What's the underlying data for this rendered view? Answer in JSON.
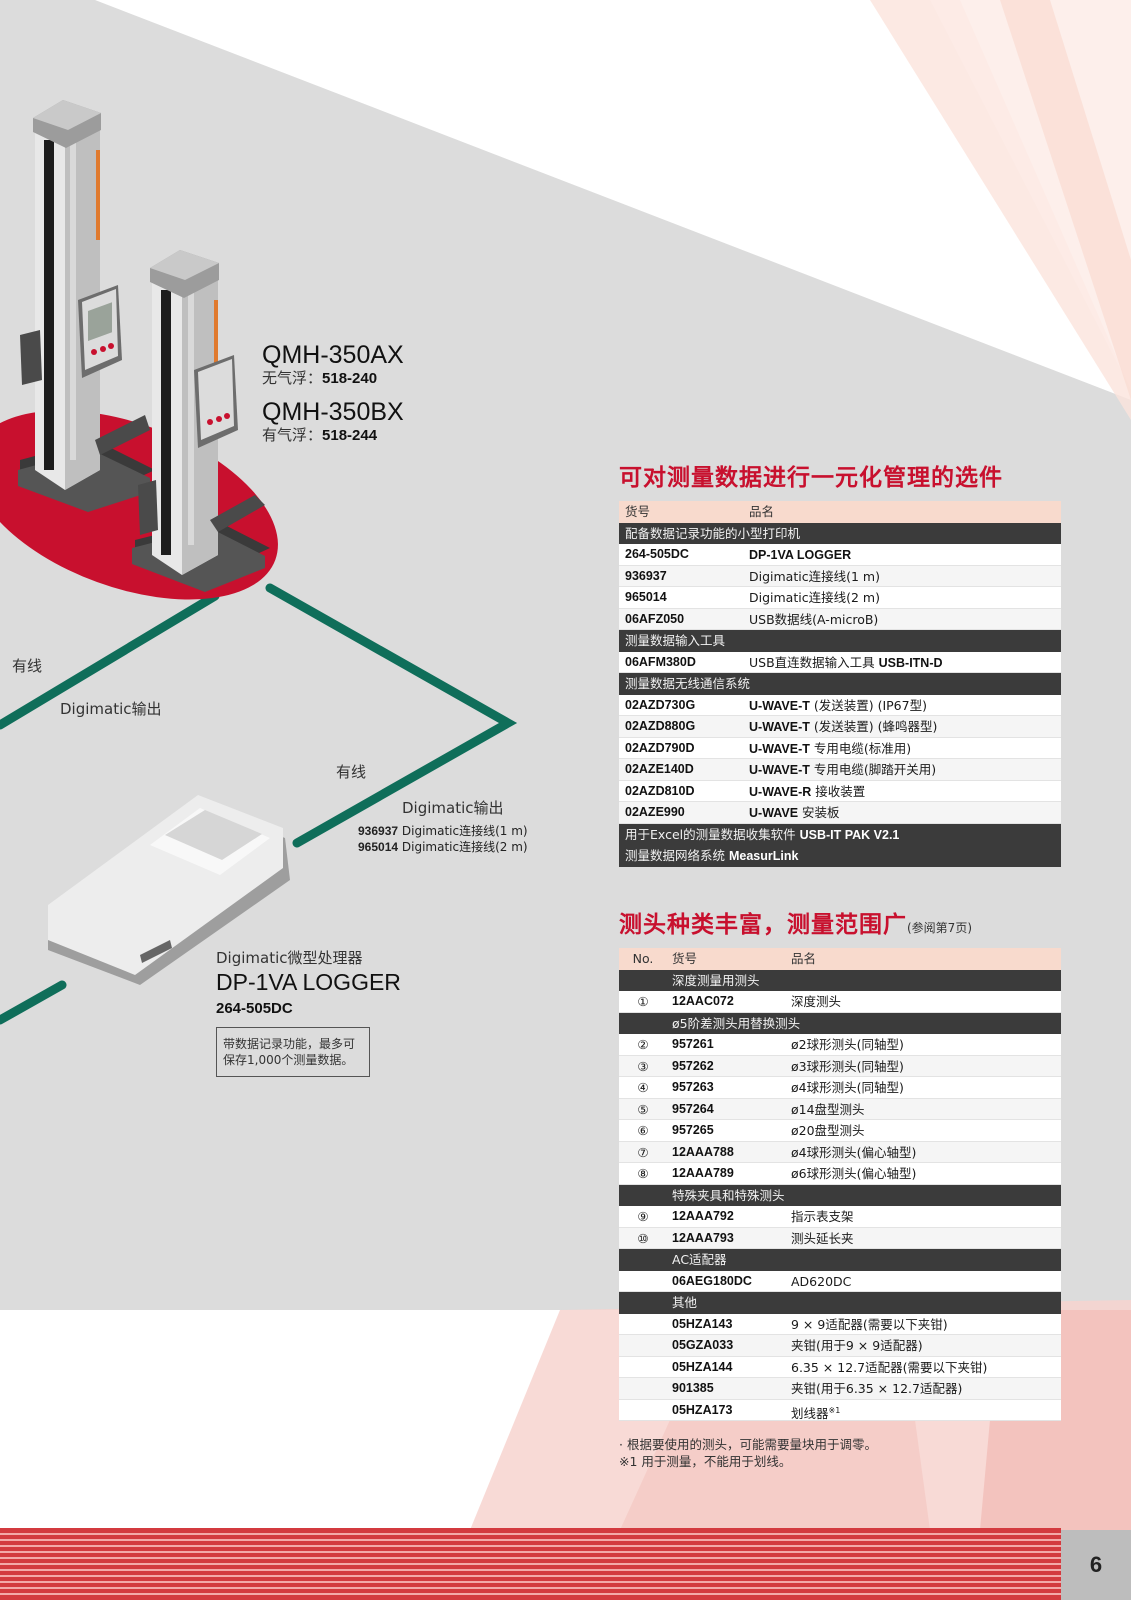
{
  "colors": {
    "accent": "#c8102e",
    "wire": "#0f6e5a",
    "category_bar": "#3b3b3b",
    "header_bar": "#f8dacd",
    "background_gray": "#dcdcdc"
  },
  "illustration": {
    "gauge1": {
      "model": "QMH-350AX",
      "variant_label": "无气浮：",
      "code": "518-240"
    },
    "gauge2": {
      "model": "QMH-350BX",
      "variant_label": "有气浮：",
      "code": "518-244"
    },
    "wire_label_1": "有线",
    "output_label_1": "Digimatic输出",
    "wire_label_2": "有线",
    "output_label_2": "Digimatic输出",
    "cables": [
      {
        "code": "936937",
        "name": "Digimatic连接线(1 m)"
      },
      {
        "code": "965014",
        "name": "Digimatic连接线(2 m)"
      }
    ],
    "printer": {
      "label": "Digimatic微型处理器",
      "model": "DP-1VA LOGGER",
      "code": "264-505DC",
      "note_line1": "带数据记录功能，最多可",
      "note_line2": "保存1,000个测量数据。"
    }
  },
  "section1": {
    "title": "可对测量数据进行一元化管理的选件",
    "header": {
      "code": "货号",
      "name": "品名"
    },
    "rows": [
      {
        "type": "category",
        "text": "配备数据记录功能的小型打印机"
      },
      {
        "type": "item",
        "code": "264-505DC",
        "name_bold": "DP-1VA LOGGER",
        "name": ""
      },
      {
        "type": "item",
        "code": "936937",
        "name_bold": "",
        "name": "Digimatic连接线(1 m)"
      },
      {
        "type": "item",
        "code": "965014",
        "name_bold": "",
        "name": "Digimatic连接线(2 m)"
      },
      {
        "type": "item",
        "code": "06AFZ050",
        "name_bold": "",
        "name": "USB数据线(A-microB)"
      },
      {
        "type": "category",
        "text": "测量数据输入工具"
      },
      {
        "type": "item",
        "code": "06AFM380D",
        "name_bold": "",
        "name": "USB直连数据输入工具 ",
        "name_bold_after": "USB-ITN-D"
      },
      {
        "type": "category",
        "text": "测量数据无线通信系统"
      },
      {
        "type": "item",
        "code": "02AZD730G",
        "name_bold": "U-WAVE-T",
        "name": " (发送装置) (IP67型)"
      },
      {
        "type": "item",
        "code": "02AZD880G",
        "name_bold": "U-WAVE-T",
        "name": " (发送装置) (蜂鸣器型)"
      },
      {
        "type": "item",
        "code": "02AZD790D",
        "name_bold": "U-WAVE-T",
        "name": " 专用电缆(标准用)"
      },
      {
        "type": "item",
        "code": "02AZE140D",
        "name_bold": "U-WAVE-T",
        "name": " 专用电缆(脚踏开关用)"
      },
      {
        "type": "item",
        "code": "02AZD810D",
        "name_bold": "U-WAVE-R",
        "name": " 接收装置"
      },
      {
        "type": "item",
        "code": "02AZE990",
        "name_bold": "U-WAVE",
        "name": " 安装板"
      },
      {
        "type": "category",
        "text": "用于Excel的测量数据收集软件 ",
        "text_bold": "USB-IT PAK V2.1"
      },
      {
        "type": "category",
        "text": "测量数据网络系统 ",
        "text_bold": "MeasurLink"
      }
    ]
  },
  "section2": {
    "title": "测头种类丰富，测量范围广",
    "title_note": "(参阅第7页)",
    "header": {
      "no": "No.",
      "code": "货号",
      "name": "品名"
    },
    "rows": [
      {
        "type": "category",
        "text": "深度测量用测头"
      },
      {
        "type": "item",
        "no": "①",
        "code": "12AAC072",
        "name": "深度测头"
      },
      {
        "type": "category",
        "text": "ø5阶差测头用替换测头"
      },
      {
        "type": "item",
        "no": "②",
        "code": "957261",
        "name": "ø2球形测头(同轴型)"
      },
      {
        "type": "item",
        "no": "③",
        "code": "957262",
        "name": "ø3球形测头(同轴型)"
      },
      {
        "type": "item",
        "no": "④",
        "code": "957263",
        "name": "ø4球形测头(同轴型)"
      },
      {
        "type": "item",
        "no": "⑤",
        "code": "957264",
        "name": "ø14盘型测头"
      },
      {
        "type": "item",
        "no": "⑥",
        "code": "957265",
        "name": "ø20盘型测头"
      },
      {
        "type": "item",
        "no": "⑦",
        "code": "12AAA788",
        "name": "ø4球形测头(偏心轴型)"
      },
      {
        "type": "item",
        "no": "⑧",
        "code": "12AAA789",
        "name": "ø6球形测头(偏心轴型)"
      },
      {
        "type": "category",
        "text": "特殊夹具和特殊测头"
      },
      {
        "type": "item",
        "no": "⑨",
        "code": "12AAA792",
        "name": "指示表支架"
      },
      {
        "type": "item",
        "no": "⑩",
        "code": "12AAA793",
        "name": "测头延长夹"
      },
      {
        "type": "category",
        "text": "AC适配器"
      },
      {
        "type": "item",
        "no": "",
        "code": "06AEG180DC",
        "name": "AD620DC"
      },
      {
        "type": "category",
        "text": "其他"
      },
      {
        "type": "item",
        "no": "",
        "code": "05HZA143",
        "name": "9 × 9适配器(需要以下夹钳)"
      },
      {
        "type": "item",
        "no": "",
        "code": "05GZA033",
        "name": "夹钳(用于9 × 9适配器)"
      },
      {
        "type": "item",
        "no": "",
        "code": "05HZA144",
        "name": "6.35 × 12.7适配器(需要以下夹钳)"
      },
      {
        "type": "item",
        "no": "",
        "code": "901385",
        "name": "夹钳(用于6.35 × 12.7适配器)"
      },
      {
        "type": "item",
        "no": "",
        "code": "05HZA173",
        "name": "划线器",
        "sup": "※1"
      }
    ],
    "notes": [
      "· 根据要使用的测头，可能需要量块用于调零。",
      "※1 用于测量，不能用于划线。"
    ]
  },
  "page_number": "6"
}
